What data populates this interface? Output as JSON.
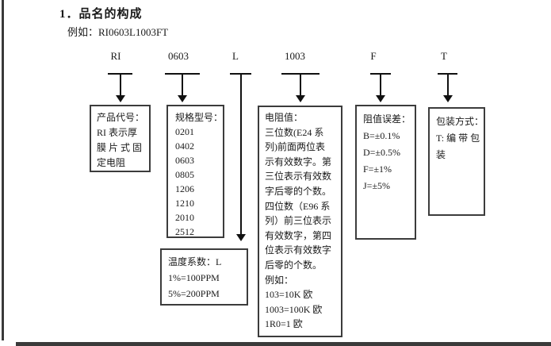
{
  "page": {
    "title": "1．品名的构成",
    "example": "例如：RI0603L1003FT"
  },
  "codes": {
    "product": "RI",
    "size": "0603",
    "tcr": "L",
    "value": "1003",
    "tolerance": "F",
    "packaging": "T"
  },
  "boxes": {
    "product_code": {
      "lines": [
        "产品代号：",
        "RI 表示厚",
        "膜 片 式 固",
        "定电阻"
      ]
    },
    "spec_model": {
      "lines": [
        "规格型号：",
        "0201",
        "0402",
        "0603",
        "0805",
        "1206",
        "1210",
        "2010",
        "2512"
      ]
    },
    "temp_coefficient": {
      "lines": [
        "温度系数：L",
        "1%=100PPM",
        "5%=200PPM"
      ]
    },
    "resistance_value": {
      "lines": [
        "电阻值：",
        "三位数(E24 系",
        "列)前面两位表",
        "示有效数字。第",
        "三位表示有效数",
        "字后零的个数。",
        "四位数（E96 系",
        "列）前三位表示",
        "有效数字，第四",
        "位表示有效数字",
        "后零的个数。",
        "例如：",
        "103=10K 欧",
        "1003=100K 欧",
        "1R0=1 欧"
      ]
    },
    "tolerance": {
      "lines": [
        "阻值误差：",
        "B=±0.1%",
        "D=±0.5%",
        "F=±1%",
        "J=±5%"
      ]
    },
    "packaging": {
      "lines": [
        "包装方式：",
        "T: 编 带 包",
        "装"
      ]
    }
  },
  "colors": {
    "text": "#1a1a1a",
    "border": "#3c3c3c",
    "edge_bar": "#3a3a3a"
  }
}
